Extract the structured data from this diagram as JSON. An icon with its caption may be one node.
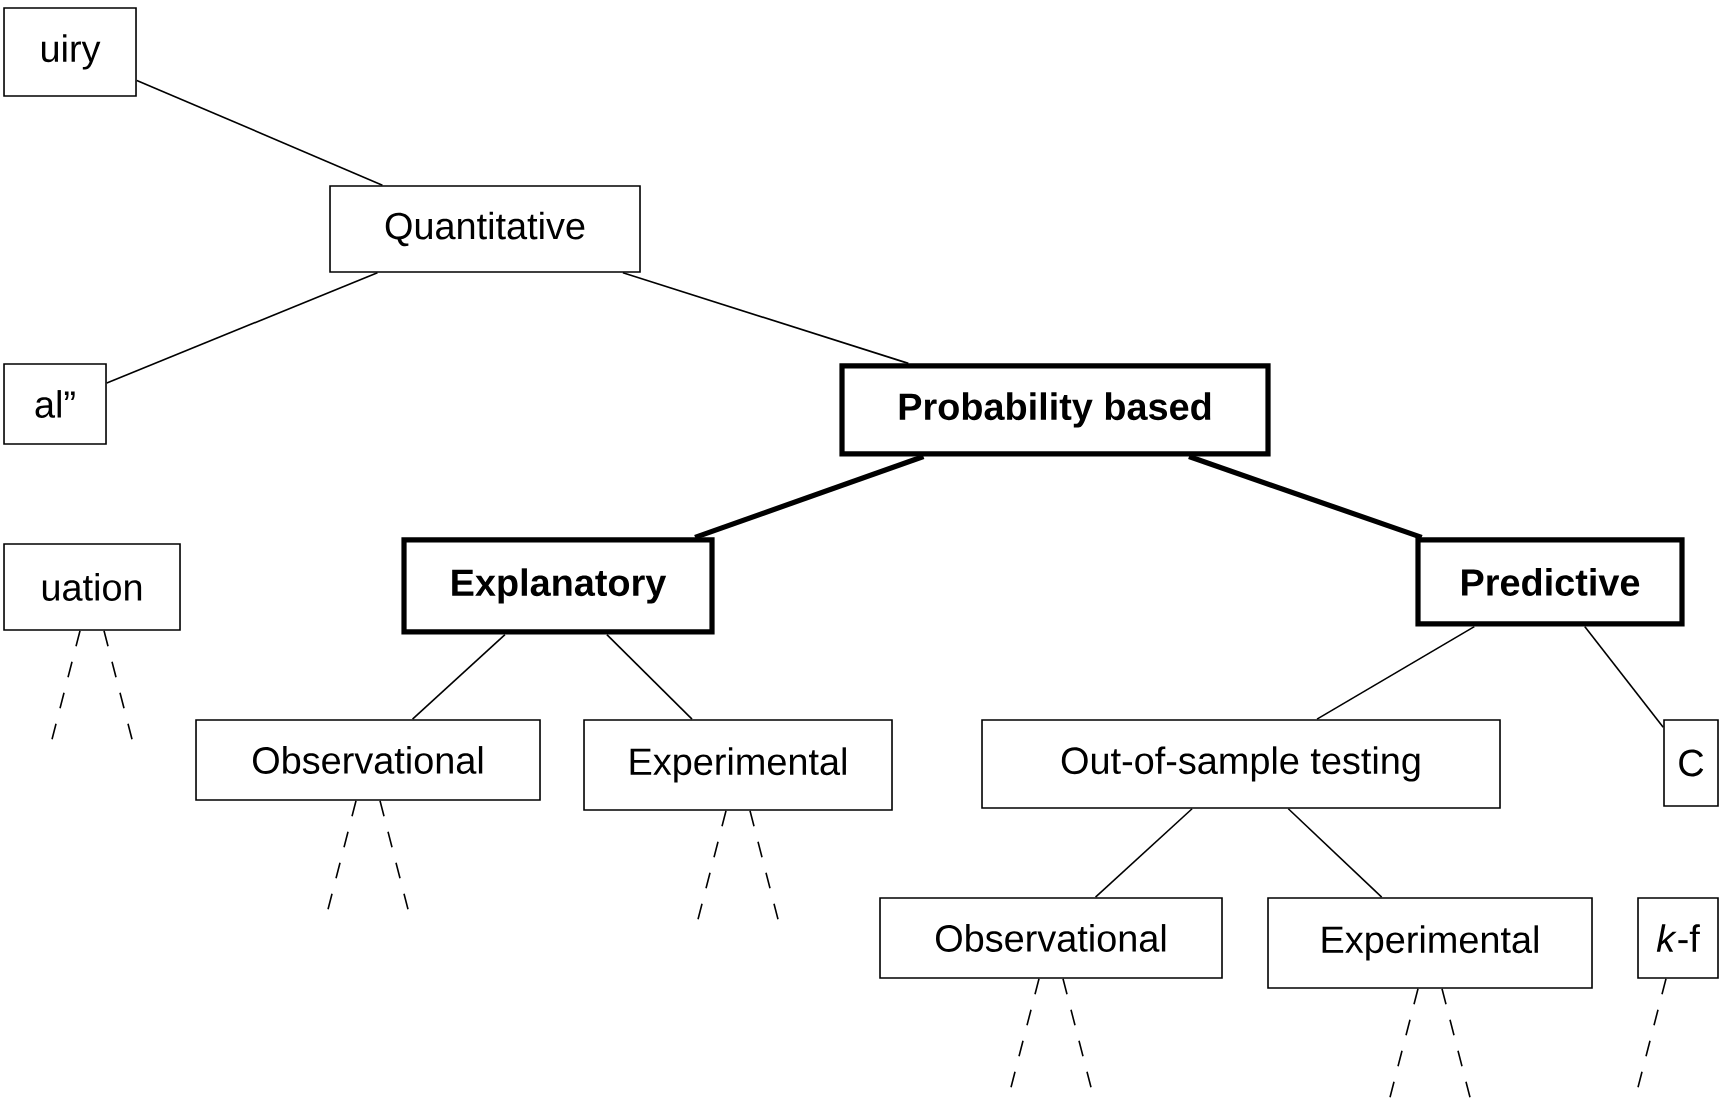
{
  "diagram": {
    "nodes": [
      {
        "text": [
          "uiry"
        ]
      },
      {
        "text": [
          "Quantitative"
        ]
      },
      {
        "text": [
          "al”"
        ]
      },
      {
        "text": [
          "Probability based"
        ]
      },
      {
        "text": [
          "uation"
        ]
      },
      {
        "text": [
          "Explanatory"
        ]
      },
      {
        "text": [
          "Predictive"
        ]
      },
      {
        "text": [
          "Observational"
        ]
      },
      {
        "text": [
          "Experimental"
        ]
      },
      {
        "text": [
          "Out-of-sample testing"
        ]
      },
      {
        "text": [
          "C"
        ]
      },
      {
        "text": [
          "Observational"
        ]
      },
      {
        "text": [
          "Experimental"
        ]
      },
      {
        "text": [
          "*k*-f"
        ]
      }
    ],
    "edges": [
      {
        "from": 0,
        "to": 1,
        "arrow": "none"
      },
      {
        "from": 1,
        "to": 2,
        "arrow": "none"
      },
      {
        "from": 1,
        "to": 3,
        "arrow": "none"
      },
      {
        "from": 3,
        "to": 5,
        "arrow": "none",
        "style": "thick"
      },
      {
        "from": 3,
        "to": 6,
        "arrow": "none",
        "style": "thick"
      },
      {
        "from": 5,
        "to": 7,
        "arrow": "none"
      },
      {
        "from": 5,
        "to": 8,
        "arrow": "none"
      },
      {
        "from": 6,
        "to": 9,
        "arrow": "none"
      },
      {
        "from": 6,
        "to": 10,
        "arrow": "none"
      },
      {
        "from": 9,
        "to": 11,
        "arrow": "none"
      },
      {
        "from": 9,
        "to": 12,
        "arrow": "none"
      },
      {
        "from": 4,
        "to": null,
        "arrow": "none",
        "style": "dashed"
      },
      {
        "from": 4,
        "to": null,
        "arrow": "none",
        "style": "dashed"
      },
      {
        "from": 7,
        "to": null,
        "arrow": "none",
        "style": "dashed"
      },
      {
        "from": 7,
        "to": null,
        "arrow": "none",
        "style": "dashed"
      },
      {
        "from": 8,
        "to": null,
        "arrow": "none",
        "style": "dashed"
      },
      {
        "from": 8,
        "to": null,
        "arrow": "none",
        "style": "dashed"
      },
      {
        "from": 11,
        "to": null,
        "arrow": "none",
        "style": "dashed"
      },
      {
        "from": 11,
        "to": null,
        "arrow": "none",
        "style": "dashed"
      },
      {
        "from": 12,
        "to": null,
        "arrow": "none",
        "style": "dashed"
      },
      {
        "from": 12,
        "to": null,
        "arrow": "none",
        "style": "dashed"
      },
      {
        "from": 13,
        "to": null,
        "arrow": "none",
        "style": "dashed"
      }
    ]
  }
}
